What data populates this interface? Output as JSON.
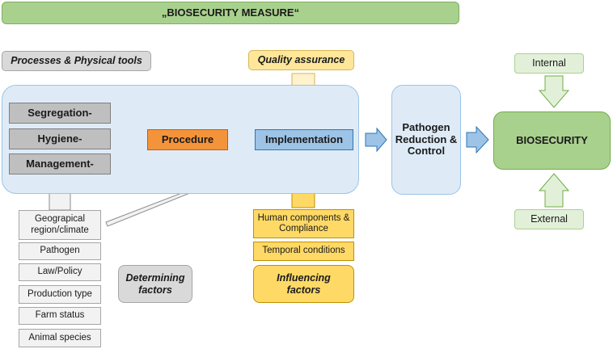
{
  "title": "„BIOSECURITY MEASURE“",
  "processes_label": "Processes & Physical tools",
  "quality_label": "Quality assurance",
  "categories": [
    "Segregation-",
    "Hygiene-",
    "Management-"
  ],
  "procedure": "Procedure",
  "implementation": "Implementation",
  "pathogen_control": "Pathogen Reduction & Control",
  "biosecurity": "BIOSECURITY",
  "internal": "Internal",
  "external": "External",
  "determining_factors": {
    "items": [
      "Geograpical region/climate",
      "Pathogen",
      "Law/Policy",
      "Production type",
      "Farm status",
      "Animal species"
    ],
    "label": "Determining factors"
  },
  "influencing_factors": {
    "items": [
      "Human components & Compliance",
      "Temporal conditions"
    ],
    "label": "Influencing factors"
  },
  "colors": {
    "green": "#a9d18e",
    "light_blue": "#deebf7",
    "blue": "#9dc3e6",
    "orange": "#f4943a",
    "yellow": "#ffd966",
    "gray": "#bfbfbf"
  }
}
